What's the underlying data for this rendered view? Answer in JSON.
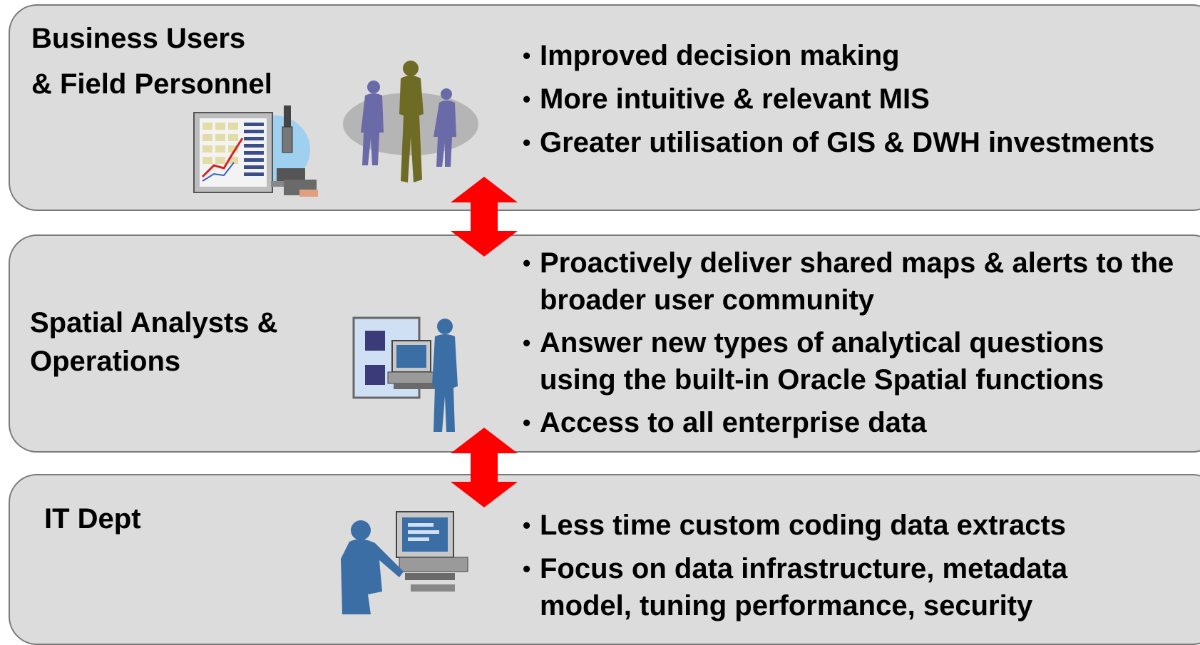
{
  "colors": {
    "panel_fill": "#dcdcdc",
    "panel_border": "#7a7a7a",
    "arrow": "#ff0000",
    "figure_blue": "#3a6ea5",
    "figure_olive": "#6e6b24",
    "figure_purple": "#6a6aa8"
  },
  "tiers": [
    {
      "role_lines": [
        "Business Users",
        "& Field Personnel"
      ],
      "icon": "business-users-reports-icon",
      "bullets": [
        "Improved decision making",
        "More intuitive & relevant MIS",
        "Greater utilisation of GIS & DWH investments"
      ]
    },
    {
      "role_lines": [
        "Spatial Analysts &",
        "Operations"
      ],
      "icon": "spatial-analyst-icon",
      "bullets": [
        "Proactively deliver shared maps & alerts to the broader user community",
        "Answer new types of analytical questions using the built-in Oracle Spatial functions",
        " Access to all enterprise data"
      ]
    },
    {
      "role_lines": [
        "IT Dept"
      ],
      "icon": "it-developer-icon",
      "bullets": [
        "Less time custom coding data extracts",
        "Focus on data infrastructure, metadata model, tuning performance, security"
      ]
    }
  ],
  "connectors": [
    "double-arrow-icon",
    "double-arrow-icon"
  ]
}
